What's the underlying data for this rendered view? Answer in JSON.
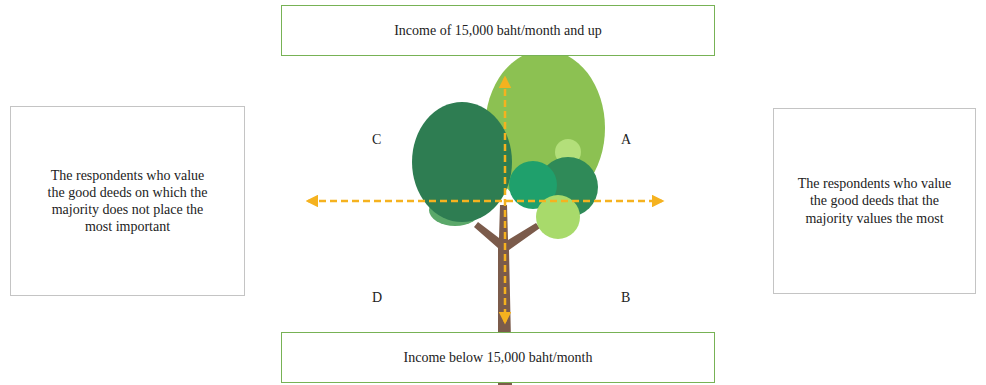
{
  "diagram": {
    "nodes": [
      {
        "text": [
          "Income of 15,000 baht/month and up"
        ]
      },
      {
        "text": [
          "The respondents who value the good deeds on which the majority does not place the most important"
        ]
      },
      {
        "text": [
          "The respondents who value the good deeds that the majority values the most"
        ]
      },
      {
        "text": [
          "Income below 15,000 baht/month"
        ]
      }
    ],
    "labels": [
      "C",
      "A",
      "D",
      "B"
    ]
  }
}
